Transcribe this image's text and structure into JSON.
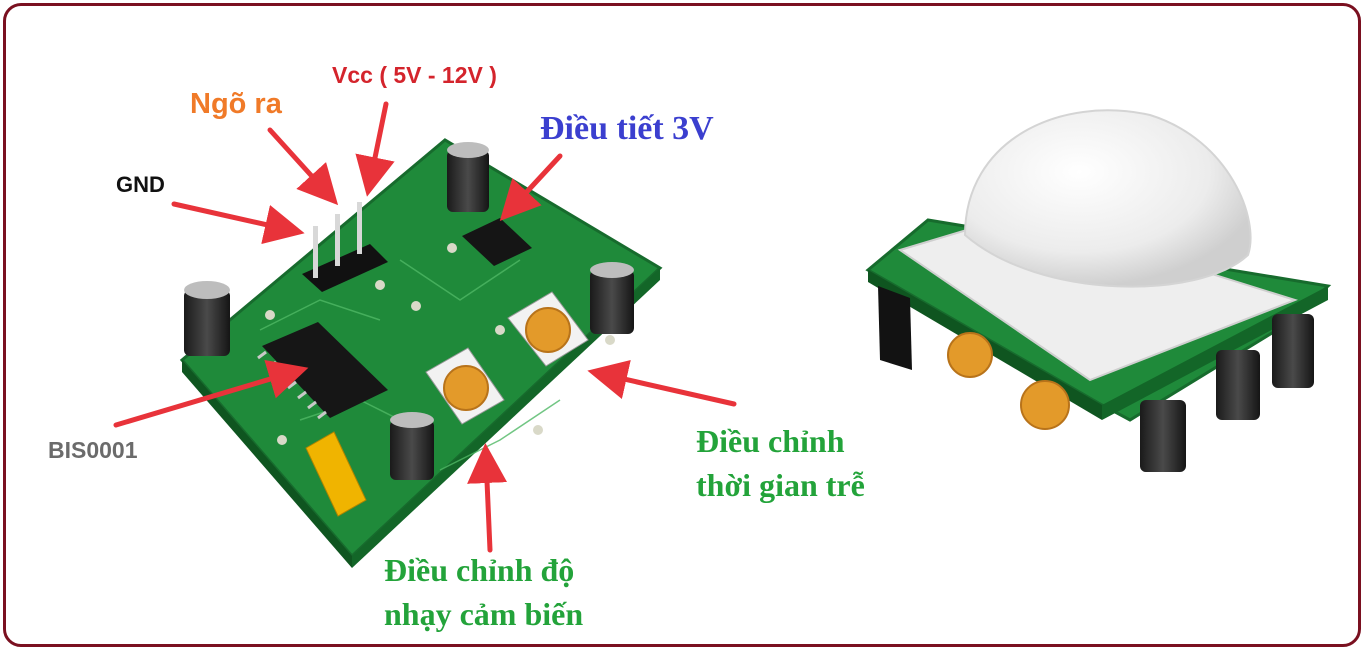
{
  "labels": {
    "gnd": "GND",
    "output": "Ngõ ra",
    "vcc": "Vcc ( 5V - 12V )",
    "regulator": "Điều tiết 3V",
    "chip": "BIS0001",
    "delay_line1": "Điều chỉnh",
    "delay_line2": "thời gian trễ",
    "sensitivity_line1": "Điều chỉnh độ",
    "sensitivity_line2": "nhạy cảm biến"
  },
  "colors": {
    "frame": "#7a1020",
    "arrow": "#e8333a",
    "pcb": "#1f8a3a",
    "gnd_text": "#111111",
    "output_text": "#f07a28",
    "vcc_text": "#d4242c",
    "regulator_text": "#3b3fcf",
    "chip_text": "#6b6b6b",
    "green_text": "#23a33a"
  }
}
